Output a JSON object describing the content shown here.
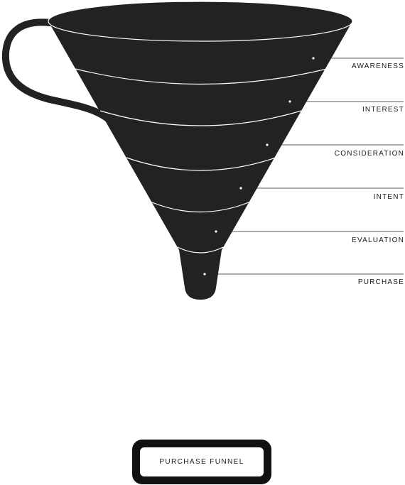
{
  "stages": [
    {
      "name": "AWARENESS"
    },
    {
      "name": "INTEREST"
    },
    {
      "name": "CONSIDERATION"
    },
    {
      "name": "INTENT"
    },
    {
      "name": "EVALUATION"
    },
    {
      "name": "PURCHASE"
    }
  ],
  "caption": "PURCHASE FUNNEL",
  "colors": {
    "funnel": "#222222",
    "band_line": "#ffffff",
    "text": "#1a1a1a"
  }
}
